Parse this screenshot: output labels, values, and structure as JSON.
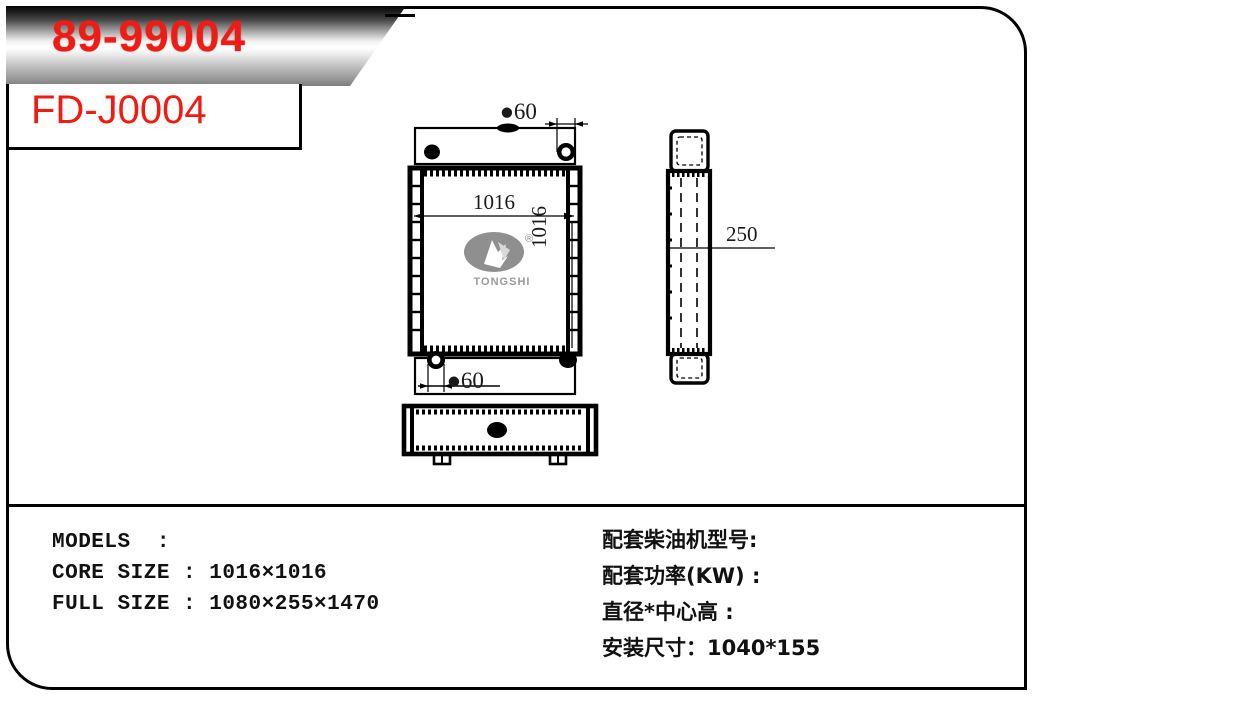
{
  "header": {
    "banner_number": "89-99004",
    "sub_number": "FD-J0004"
  },
  "drawing": {
    "title": "radiator-technical-drawing",
    "views": [
      {
        "name": "front-view",
        "label": "front"
      },
      {
        "name": "side-view",
        "label": "side"
      },
      {
        "name": "bottom-view",
        "label": "bottom"
      }
    ],
    "dimensions": {
      "top_inlet": "60",
      "bottom_inlet": "60",
      "core_width": "1016",
      "core_height": "1016",
      "depth": "250"
    },
    "watermark": {
      "brand": "TONGSHI",
      "registered_mark": "®",
      "color": "#9a9a9a"
    }
  },
  "spec": {
    "left_lines": [
      "MODELS  :",
      "CORE SIZE : 1016×1016",
      "FULL SIZE : 1080×255×1470"
    ],
    "right_lines": [
      "配套柴油机型号:",
      "配套功率(KW) :",
      "直径*中心高 :",
      "安装尺寸：1040*155"
    ]
  },
  "colors": {
    "red": "#ee1c14",
    "line": "#000000",
    "watermark_gray": "#9a9a9a",
    "background": "#ffffff"
  }
}
